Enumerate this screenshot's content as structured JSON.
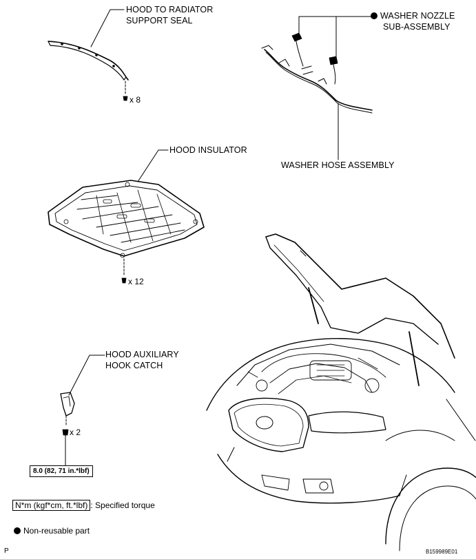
{
  "labels": {
    "hood_seal_line1": "HOOD TO RADIATOR",
    "hood_seal_line2": "SUPPORT SEAL",
    "washer_nozzle_line1": "WASHER NOZZLE",
    "washer_nozzle_line2": "SUB-ASSEMBLY",
    "washer_hose": "WASHER HOSE ASSEMBLY",
    "hood_insulator": "HOOD INSULATOR",
    "hook_catch_line1": "HOOD AUXILIARY",
    "hook_catch_line2": "HOOK CATCH"
  },
  "quantities": {
    "seal_clips": "x 8",
    "insulator_clips": "x 12",
    "catch_bolts": "x 2"
  },
  "torque": {
    "value": "8.0 (82, 71 in.*lbf)"
  },
  "legend": {
    "torque_unit": "N*m (kgf*cm, ft.*lbf)",
    "torque_desc": ": Specified torque",
    "non_reusable": "Non-reusable part"
  },
  "footer": {
    "left_mark": "P",
    "figure_id": "B159989E01"
  }
}
